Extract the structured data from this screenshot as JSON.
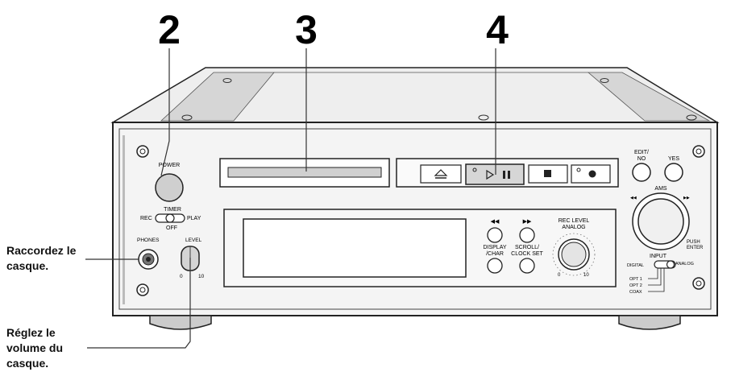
{
  "step_numbers": [
    "2",
    "3",
    "4"
  ],
  "callouts": {
    "phones": [
      "Raccordez le",
      "casque."
    ],
    "level": [
      "Réglez le",
      "volume du",
      "casque."
    ]
  },
  "panel_labels": {
    "power": "POWER",
    "timer": "TIMER",
    "rec": "REC",
    "play": "PLAY",
    "off": "OFF",
    "phones": "PHONES",
    "level": "LEVEL",
    "level_min": "0",
    "level_max": "10",
    "display_char": [
      "DISPLAY",
      "/CHAR"
    ],
    "scroll_clock": [
      "SCROLL/",
      "CLOCK SET"
    ],
    "rec_level": [
      "REC LEVEL",
      "ANALOG"
    ],
    "rec_level_min": "0",
    "rec_level_max": "10",
    "edit_no": [
      "EDIT/",
      "NO"
    ],
    "yes": "YES",
    "ams": "AMS",
    "ams_left": "◀◀",
    "ams_right": "▶▶",
    "push_enter": [
      "PUSH",
      "ENTER"
    ],
    "input": "INPUT",
    "digital": "DIGITAL",
    "analog": "ANALOG",
    "opt1": "OPT 1",
    "opt2": "OPT 2",
    "coax": "COAX"
  },
  "transport_icons": [
    "eject-icon",
    "play-pause-icon",
    "stop-icon",
    "record-icon"
  ]
}
